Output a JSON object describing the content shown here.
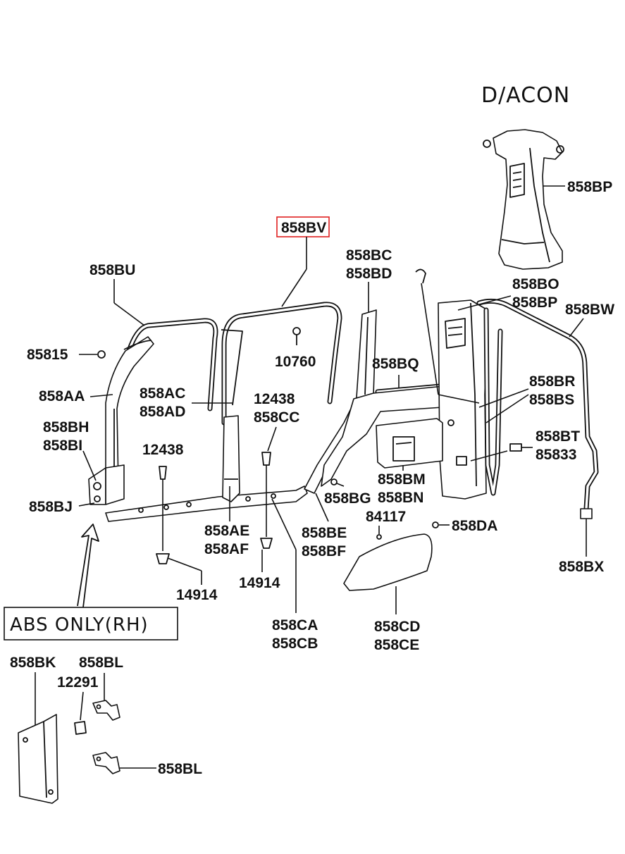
{
  "title": "D/ACON",
  "note": "ABS ONLY(RH)",
  "highlight_color": "#e02020",
  "labels": {
    "p858BV": "858BV",
    "p858BU": "858BU",
    "p85815": "85815",
    "p858AA": "858AA",
    "p858BH": "858BH",
    "p858BI": "858BI",
    "p858BJ": "858BJ",
    "p12438a": "12438",
    "p858AC": "858AC",
    "p858AD": "858AD",
    "p10760": "10760",
    "p12438b": "12438",
    "p858CC": "858CC",
    "p858AE": "858AE",
    "p858AF": "858AF",
    "p14914a": "14914",
    "p14914b": "14914",
    "p858CA": "858CA",
    "p858CB": "858CB",
    "p858BC": "858BC",
    "p858BD": "858BD",
    "p858BQ": "858BQ",
    "p858BG": "858BG",
    "p858BE": "858BE",
    "p858BF": "858BF",
    "p858BM": "858BM",
    "p858BN": "858BN",
    "p84117": "84117",
    "p858DA": "858DA",
    "p858CD": "858CD",
    "p858CE": "858CE",
    "p858BP_top": "858BP",
    "p858BO": "858BO",
    "p858BP": "858BP",
    "p858BW": "858BW",
    "p858BR": "858BR",
    "p858BS": "858BS",
    "p858BT": "858BT",
    "p85833": "85833",
    "p858BX": "858BX",
    "p858BK": "858BK",
    "p858BL_top": "858BL",
    "p12291": "12291",
    "p858BL_bottom": "858BL"
  }
}
